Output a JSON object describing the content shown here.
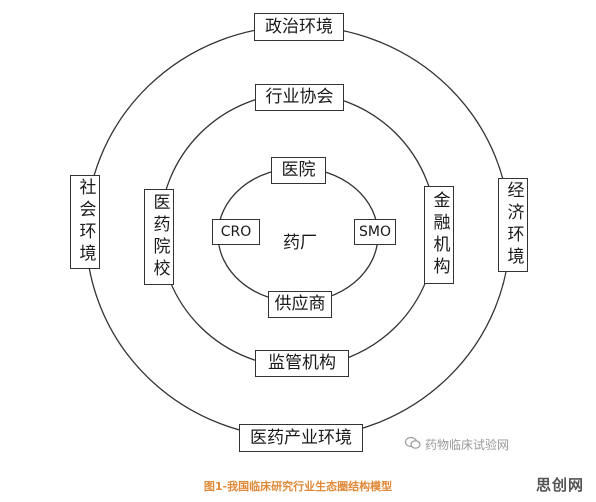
{
  "outer_ring": {
    "top": "政治环境",
    "left": "社会环境",
    "right": "经济环境",
    "bottom": "医药产业环境"
  },
  "middle_ring": {
    "top": "行业协会",
    "left": "医药院校",
    "right": "金融机构",
    "bottom": "监管机构"
  },
  "inner_ring": {
    "top": "医院",
    "left": "CRO",
    "right": "SMO",
    "bottom": "供应商",
    "center": "药厂"
  },
  "caption": "图1-我国临床研究行业生态圈结构模型",
  "watermark": "药物临床试验网",
  "brand": "思创网"
}
